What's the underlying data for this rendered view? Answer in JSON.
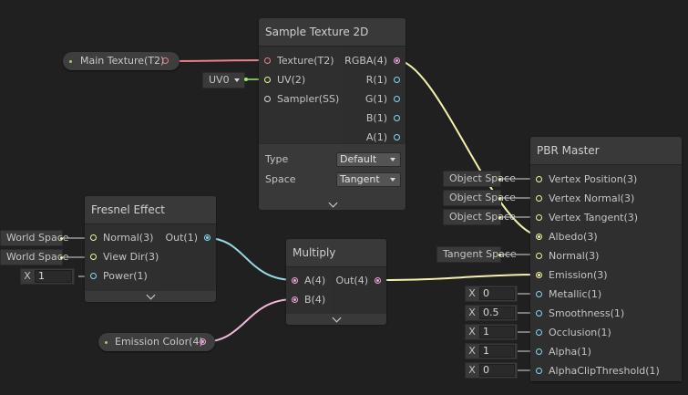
{
  "colors": {
    "texture_port": "#e8828a",
    "vector4_port": "#f2a2de",
    "vector3_port": "#f4f49e",
    "vector2_port": "#9ee876",
    "vector1_port": "#86d8f2",
    "sampler_port": "#d8d8d8"
  },
  "sample_texture": {
    "title": "Sample Texture 2D",
    "inputs": [
      "Texture(T2)",
      "UV(2)",
      "Sampler(SS)"
    ],
    "outputs": [
      "RGBA(4)",
      "R(1)",
      "G(1)",
      "B(1)",
      "A(1)"
    ],
    "type_label": "Type",
    "type_value": "Default",
    "space_label": "Space",
    "space_value": "Tangent",
    "uv_chip": "UV0"
  },
  "main_texture": {
    "label": "Main Texture(T2)"
  },
  "pbr_master": {
    "title": "PBR Master",
    "inputs": [
      "Vertex Position(3)",
      "Vertex Normal(3)",
      "Vertex Tangent(3)",
      "Albedo(3)",
      "Normal(3)",
      "Emission(3)",
      "Metallic(1)",
      "Smoothness(1)",
      "Occlusion(1)",
      "Alpha(1)",
      "AlphaClipThreshold(1)"
    ],
    "space_chips": [
      "Object Space",
      "Object Space",
      "Object Space"
    ],
    "normal_chip": "Tangent Space",
    "fields": [
      {
        "axis": "X",
        "value": "0"
      },
      {
        "axis": "X",
        "value": "0.5"
      },
      {
        "axis": "X",
        "value": "1"
      },
      {
        "axis": "X",
        "value": "1"
      },
      {
        "axis": "X",
        "value": "0"
      }
    ]
  },
  "fresnel": {
    "title": "Fresnel Effect",
    "inputs": [
      "Normal(3)",
      "View Dir(3)",
      "Power(1)"
    ],
    "output": "Out(1)",
    "chips": [
      "World Space",
      "World Space"
    ],
    "power_field": {
      "axis": "X",
      "value": "1"
    }
  },
  "multiply": {
    "title": "Multiply",
    "inputs": [
      "A(4)",
      "B(4)"
    ],
    "output": "Out(4)"
  },
  "emission_color": {
    "label": "Emission Color(4)"
  }
}
